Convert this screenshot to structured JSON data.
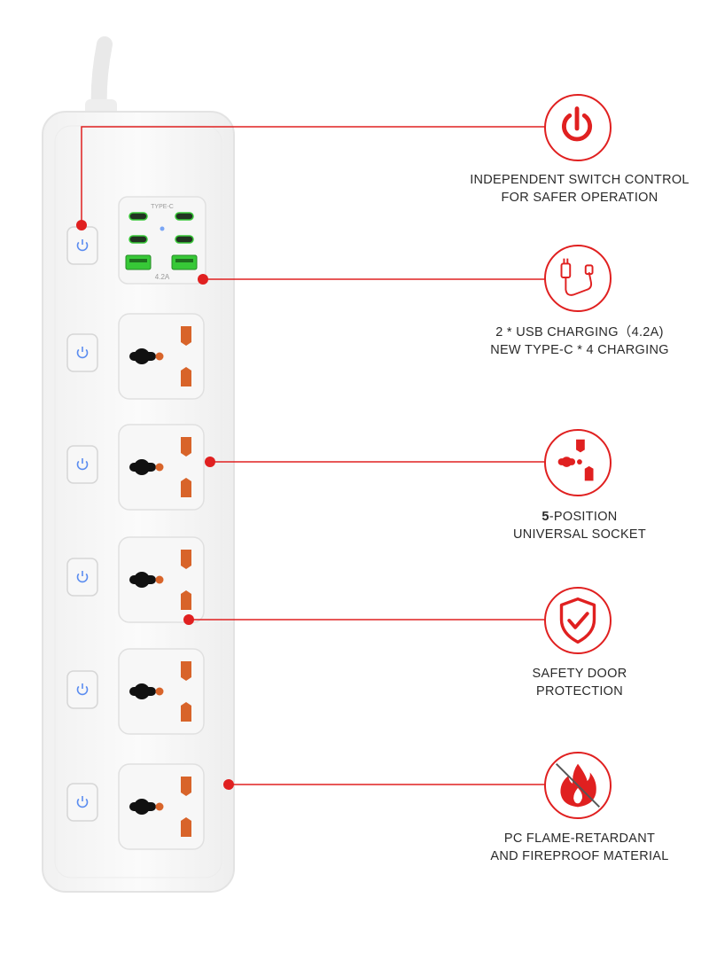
{
  "colors": {
    "accent": "#e02020",
    "socket_pin": "#d8642a",
    "usb_green": "#37c837",
    "led_blue": "#5a8cf0"
  },
  "usb_panel": {
    "top_label": "TYPE-C",
    "bottom_label": "4.2A"
  },
  "features": [
    {
      "icon": "power-icon",
      "lines": [
        "INDEPENDENT SWITCH CONTROL",
        "FOR SAFER OPERATION"
      ]
    },
    {
      "icon": "usb-cable-icon",
      "lines": [
        "2 * USB CHARGING（4.2A)",
        "NEW TYPE-C * 4 CHARGING"
      ]
    },
    {
      "icon": "universal-socket-icon",
      "lines_rich": [
        [
          "5",
          "-POSITION"
        ],
        [
          "UNIVERSAL SOCKET"
        ]
      ]
    },
    {
      "icon": "shield-check-icon",
      "lines": [
        "SAFETY DOOR",
        "PROTECTION"
      ]
    },
    {
      "icon": "no-fire-icon",
      "lines": [
        "PC FLAME-RETARDANT",
        "AND FIREPROOF MATERIAL"
      ]
    }
  ]
}
